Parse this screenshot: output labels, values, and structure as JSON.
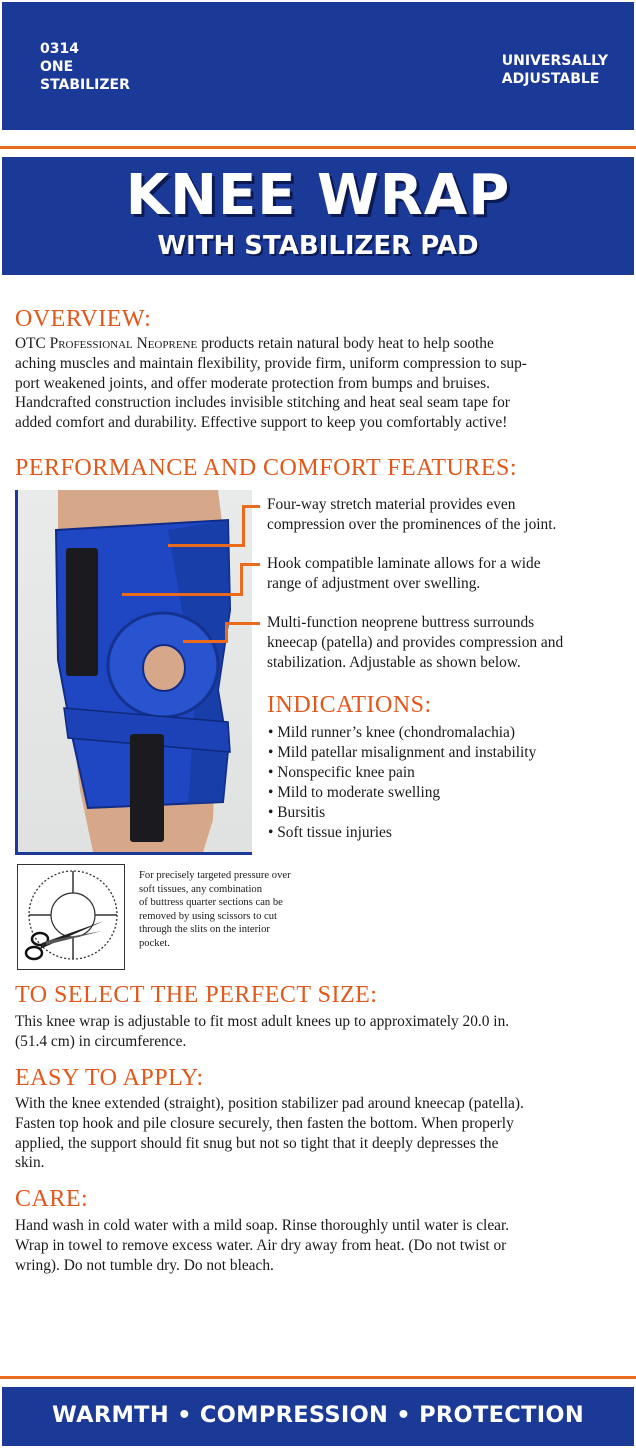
{
  "header": {
    "code_line1": "0314",
    "code_line2": "ONE",
    "code_line3": "STABILIZER",
    "adjust_line1": "UNIVERSALLY",
    "adjust_line2": "ADJUSTABLE"
  },
  "title": {
    "main": "KNEE WRAP",
    "sub": "WITH STABILIZER PAD"
  },
  "overview": {
    "heading": "OVERVIEW:",
    "brand": "OTC Professional Neoprene",
    "line1_rest": " products retain natural body heat to help soothe",
    "line2": "aching muscles and maintain flexibility, provide firm, uniform compression to sup-",
    "line3": "port weakened joints, and offer moderate protection from bumps and bruises.",
    "line4": "Handcrafted construction includes invisible stitching and heat seal seam tape for",
    "line5": "added comfort and durability. Effective support to keep you comfortably active!"
  },
  "features": {
    "heading": "PERFORMANCE AND COMFORT FEATURES:",
    "items": [
      {
        "line1": "Four-way stretch material provides even",
        "line2": "compression over the prominences of the joint.",
        "line3": ""
      },
      {
        "line1": "Hook compatible laminate allows for a wide",
        "line2": "range of adjustment over swelling.",
        "line3": ""
      },
      {
        "line1": "Multi-function neoprene buttress surrounds",
        "line2": "kneecap (patella) and provides compression and",
        "line3": "stabilization. Adjustable as shown below."
      }
    ]
  },
  "indications": {
    "heading": "INDICATIONS:",
    "items": [
      "Mild runner’s knee (chondromalachia)",
      "Mild patellar misalignment and instability",
      "Nonspecific knee pain",
      "Mild to moderate swelling",
      "Bursitis",
      "Soft tissue injuries"
    ]
  },
  "tip": {
    "lines": [
      "For precisely targeted pressure over",
      "soft tissues, any combination",
      "of buttress quarter sections can be",
      "removed by using scissors to cut",
      "through the slits on the interior",
      "pocket."
    ]
  },
  "size": {
    "heading": "TO SELECT THE PERFECT SIZE:",
    "line1": "This knee wrap is adjustable to fit most adult knees up to approximately 20.0 in.",
    "line2": "(51.4 cm) in circumference."
  },
  "apply": {
    "heading": "EASY TO APPLY:",
    "line1": "With the knee extended (straight), position stabilizer pad around kneecap (patella).",
    "line2": "Fasten top hook and pile closure securely, then fasten the bottom. When properly",
    "line3": "applied, the support should fit snug but not so tight that it deeply depresses the",
    "line4": "skin."
  },
  "care": {
    "heading": "CARE:",
    "line1": "Hand wash in cold water with a mild soap. Rinse thoroughly until water is clear.",
    "line2": "Wrap in towel to remove excess water. Air dry away from heat. (Do not twist or",
    "line3": "wring). Do not tumble dry. Do not bleach."
  },
  "footer": {
    "slogan": "WARMTH • COMPRESSION • PROTECTION"
  },
  "colors": {
    "brand_blue": "#1b3997",
    "accent_orange": "#ea6a1e",
    "heading_orange": "#e2571a"
  },
  "icons": [
    "knee-wrap-photo",
    "buttress-diagram-icon",
    "scissors-icon"
  ]
}
